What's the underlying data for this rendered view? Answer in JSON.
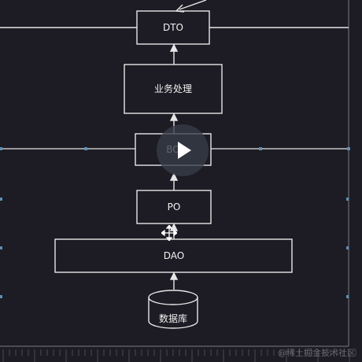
{
  "diagram": {
    "nodes": {
      "dto": "DTO",
      "business": "业务处理",
      "bo": "BO",
      "po": "PO",
      "dao": "DAO",
      "database": "数据库"
    }
  },
  "video": {
    "play_icon": "play-icon"
  },
  "cursor": {
    "icon": "move-cursor-icon"
  },
  "watermark": {
    "text": "@稀土掘金技术社区"
  },
  "colors": {
    "background": "#1d1b23",
    "line": "#e6e6e6",
    "selection_handle": "#5b8fb5",
    "play_overlay": "#373c48"
  }
}
